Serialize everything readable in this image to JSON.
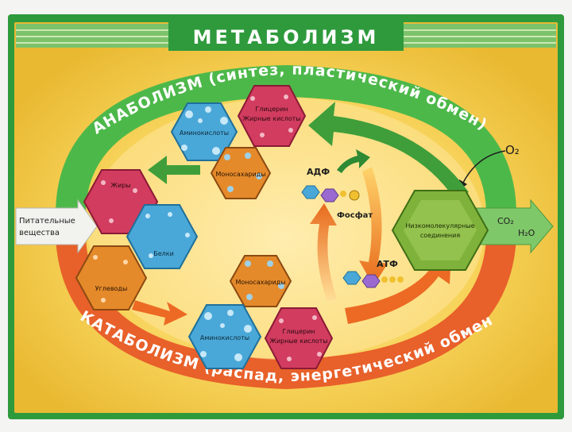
{
  "title": "МЕТАБОЛИЗМ",
  "anabolism_label": "АНАБОЛИЗМ (синтез, пластический обмен)",
  "catabolism_label": "КАТАБОЛИЗМ (распад, энергетический обмен)",
  "inputs": {
    "nutrients": [
      "Питательные",
      "вещества"
    ]
  },
  "anabolism_products": {
    "amino_acids": "Аминокислоты",
    "glycerin_fatty_acids": [
      "Глицерин",
      "Жирные кислоты"
    ],
    "monosaccharides": "Моносахариды"
  },
  "nutrient_components": {
    "fats": "Жиры",
    "proteins": "Белки",
    "polysaccharides": "Углеводы"
  },
  "catabolism_products": {
    "monosaccharides": "Моносахариды",
    "amino_acids": "Аминокислоты",
    "glycerin_fatty_acids": [
      "Глицерин",
      "Жирные кислоты"
    ]
  },
  "energy": {
    "adp": "АДФ",
    "phosphate": "Фосфат",
    "atp": "АТФ"
  },
  "low_molecular": [
    "Низкомолекулярные",
    "соединения"
  ],
  "oxygen": "O₂",
  "outputs": [
    "CO₂",
    "H₂O"
  ],
  "colors": {
    "frame_green": "#2e9a3c",
    "anabolism_green": "#4db84a",
    "catabolism_orange": "#e8602a",
    "hex_pink": "#d23c5f",
    "hex_blue": "#4aa8d8",
    "hex_orange": "#e58a2a",
    "hex_green": "#7fb23a"
  }
}
